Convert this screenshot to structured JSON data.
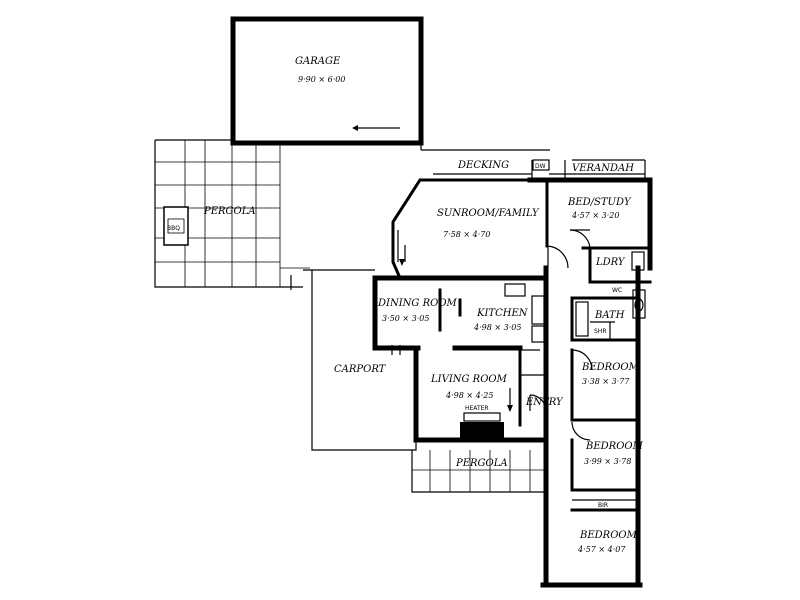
{
  "rooms": {
    "garage": {
      "label": "GARAGE",
      "dims": "9·90 × 6·00"
    },
    "decking": {
      "label": "DECKING"
    },
    "verandah": {
      "label": "VERANDAH"
    },
    "pergola_left": {
      "label": "PERGOLA"
    },
    "bbq": {
      "label": "BBQ"
    },
    "sunroom": {
      "label": "SUNROOM/FAMILY",
      "dims": "7·58 × 4·70"
    },
    "bed_study": {
      "label": "BED/STUDY",
      "dims": "4·57 × 3·20"
    },
    "dining": {
      "label": "DINING ROOM",
      "dims": "3·50 × 3·05"
    },
    "kitchen": {
      "label": "KITCHEN",
      "dims": "4·98 × 3·05"
    },
    "ldry": {
      "label": "LDRY"
    },
    "wc": {
      "label": "WC"
    },
    "bath": {
      "label": "BATH"
    },
    "shr": {
      "label": "SHR"
    },
    "carport": {
      "label": "CARPORT"
    },
    "living": {
      "label": "LIVING ROOM",
      "dims": "4·98 × 4·25"
    },
    "heater": {
      "label": "HEATER"
    },
    "entry": {
      "label": "ENTRY"
    },
    "bedroom1": {
      "label": "BEDROOM",
      "dims": "3·38 × 3·77"
    },
    "bedroom2": {
      "label": "BEDROOM",
      "dims": "3·99 × 3·78"
    },
    "bir": {
      "label": "BIR"
    },
    "bedroom3": {
      "label": "BEDROOM",
      "dims": "4·57 × 4·07"
    },
    "pergola_bottom": {
      "label": "PERGOLA"
    },
    "dw": {
      "label": "DW"
    }
  }
}
